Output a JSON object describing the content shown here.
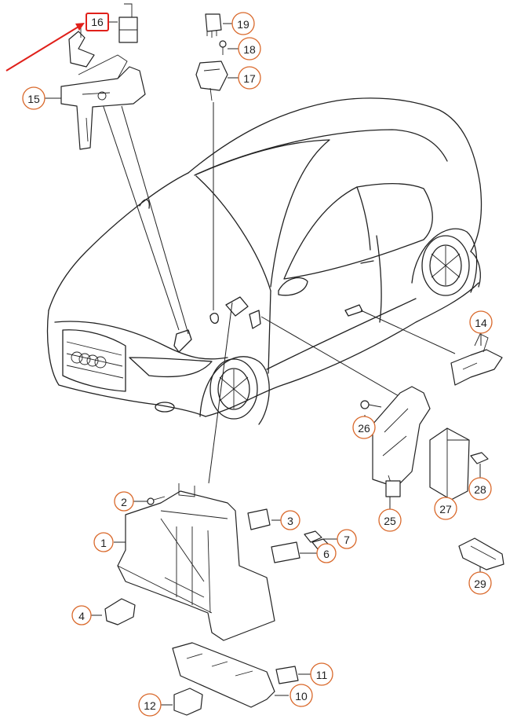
{
  "callouts": [
    {
      "id": "c1",
      "label": "1"
    },
    {
      "id": "c2",
      "label": "2"
    },
    {
      "id": "c3",
      "label": "3"
    },
    {
      "id": "c4",
      "label": "4"
    },
    {
      "id": "c6",
      "label": "6"
    },
    {
      "id": "c7",
      "label": "7"
    },
    {
      "id": "c10",
      "label": "10"
    },
    {
      "id": "c11",
      "label": "11"
    },
    {
      "id": "c12",
      "label": "12"
    },
    {
      "id": "c14",
      "label": "14"
    },
    {
      "id": "c15",
      "label": "15"
    },
    {
      "id": "c17",
      "label": "17"
    },
    {
      "id": "c18",
      "label": "18"
    },
    {
      "id": "c19",
      "label": "19"
    },
    {
      "id": "c25",
      "label": "25"
    },
    {
      "id": "c26",
      "label": "26"
    },
    {
      "id": "c27",
      "label": "27"
    },
    {
      "id": "c28",
      "label": "28"
    },
    {
      "id": "c29",
      "label": "29"
    }
  ],
  "highlighted": {
    "label": "16"
  },
  "colors": {
    "callout_ring": "#d9682a",
    "highlight": "#e0201a",
    "line": "#222222"
  }
}
